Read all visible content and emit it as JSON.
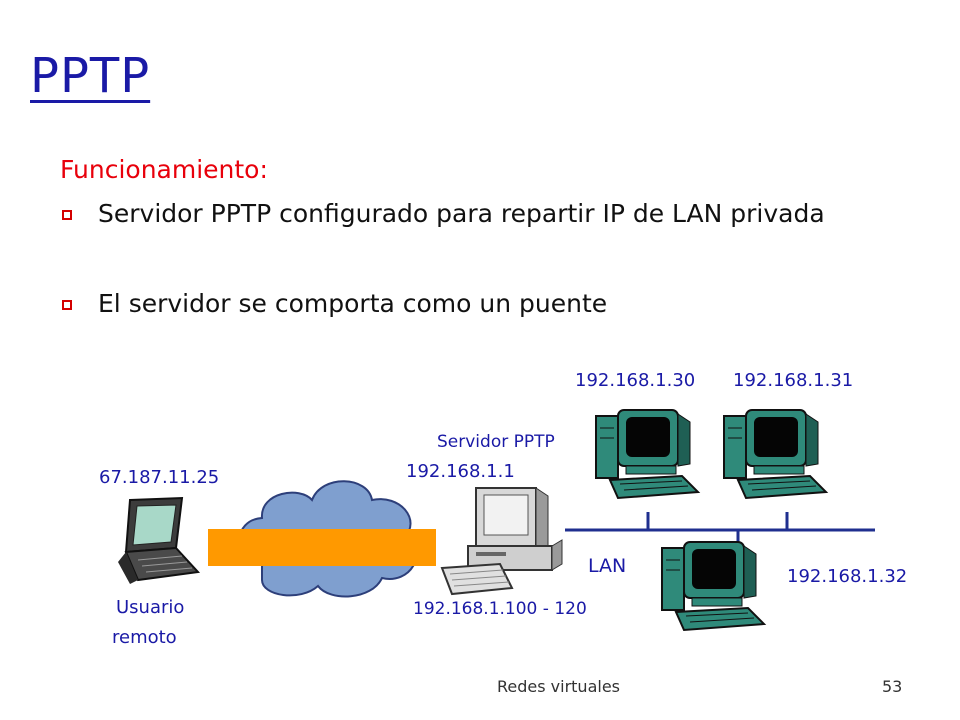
{
  "slide": {
    "title": "PPTP",
    "subtitle": "Funcionamiento:",
    "bullets": [
      "Servidor PPTP configurado para repartir IP de LAN privada",
      "El servidor se comporta como un puente"
    ]
  },
  "diagram": {
    "remote_ip": "67.187.11.25",
    "remote_label_1": "Usuario",
    "remote_label_2": "remoto",
    "server_label": "Servidor PPTP",
    "server_ip": "192.168.1.1",
    "server_range": "192.168.1.100 - 120",
    "lan_label": "LAN",
    "pc1_ip": "192.168.1.30",
    "pc2_ip": "192.168.1.31",
    "pc3_ip": "192.168.1.32"
  },
  "footer": {
    "text": "Redes virtuales",
    "page": "53"
  },
  "colors": {
    "title": "#1a1aa6",
    "subtitle": "#e8000b",
    "tunnel": "#ff9900",
    "cloud": "#7f9fcf",
    "network_line": "#1f2f8f"
  }
}
